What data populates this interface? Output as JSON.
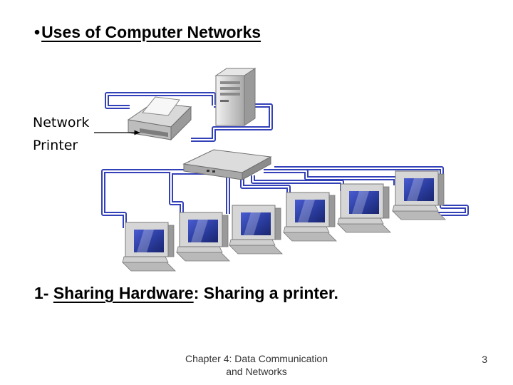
{
  "slide": {
    "title_bullet": "•",
    "title": "Uses of Computer Networks",
    "diagram": {
      "label_line1": "Network",
      "label_line2": "Printer",
      "cable_color": "#3341b8",
      "device_color": "#cfcfcf",
      "screen_color": "#2a3c9e"
    },
    "caption": {
      "number": "1-",
      "term": "Sharing Hardware",
      "separator": ":",
      "rest": "Sharing a printer."
    },
    "footer": {
      "line1": "Chapter 4: Data Communication",
      "line2": "and Networks",
      "page_number": "3"
    }
  }
}
